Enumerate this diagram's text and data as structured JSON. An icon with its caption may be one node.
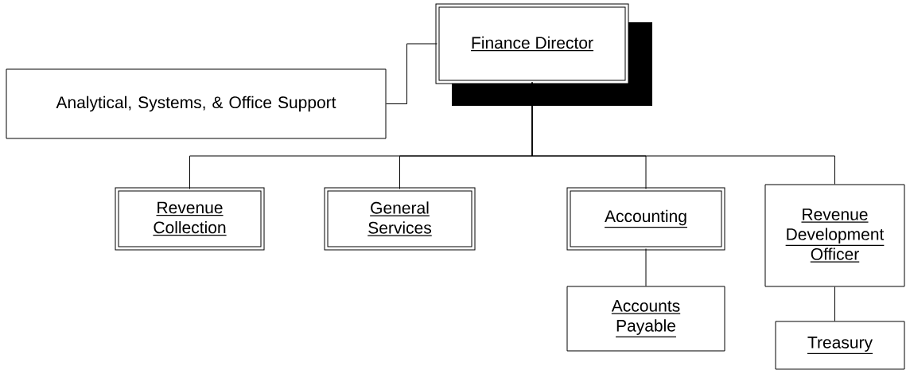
{
  "diagram": {
    "nodes": [
      {
        "text": [
          "Finance Director"
        ]
      },
      {
        "text": [
          "Analytical, Systems, & Office Support"
        ]
      },
      {
        "text": [
          "Revenue Collection"
        ]
      },
      {
        "text": [
          "General Services"
        ]
      },
      {
        "text": [
          "Accounting"
        ]
      },
      {
        "text": [
          "Revenue Development Officer"
        ]
      },
      {
        "text": [
          "Accounts Payable"
        ]
      },
      {
        "text": [
          "Treasury"
        ]
      }
    ],
    "edges": [
      {
        "from": 0,
        "to": 1,
        "arrow": "none"
      },
      {
        "from": 0,
        "to": 2,
        "arrow": "none"
      },
      {
        "from": 0,
        "to": 3,
        "arrow": "none"
      },
      {
        "from": 0,
        "to": 4,
        "arrow": "none"
      },
      {
        "from": 0,
        "to": 5,
        "arrow": "none"
      },
      {
        "from": 4,
        "to": 6,
        "arrow": "none"
      },
      {
        "from": 5,
        "to": 7,
        "arrow": "none"
      }
    ]
  }
}
